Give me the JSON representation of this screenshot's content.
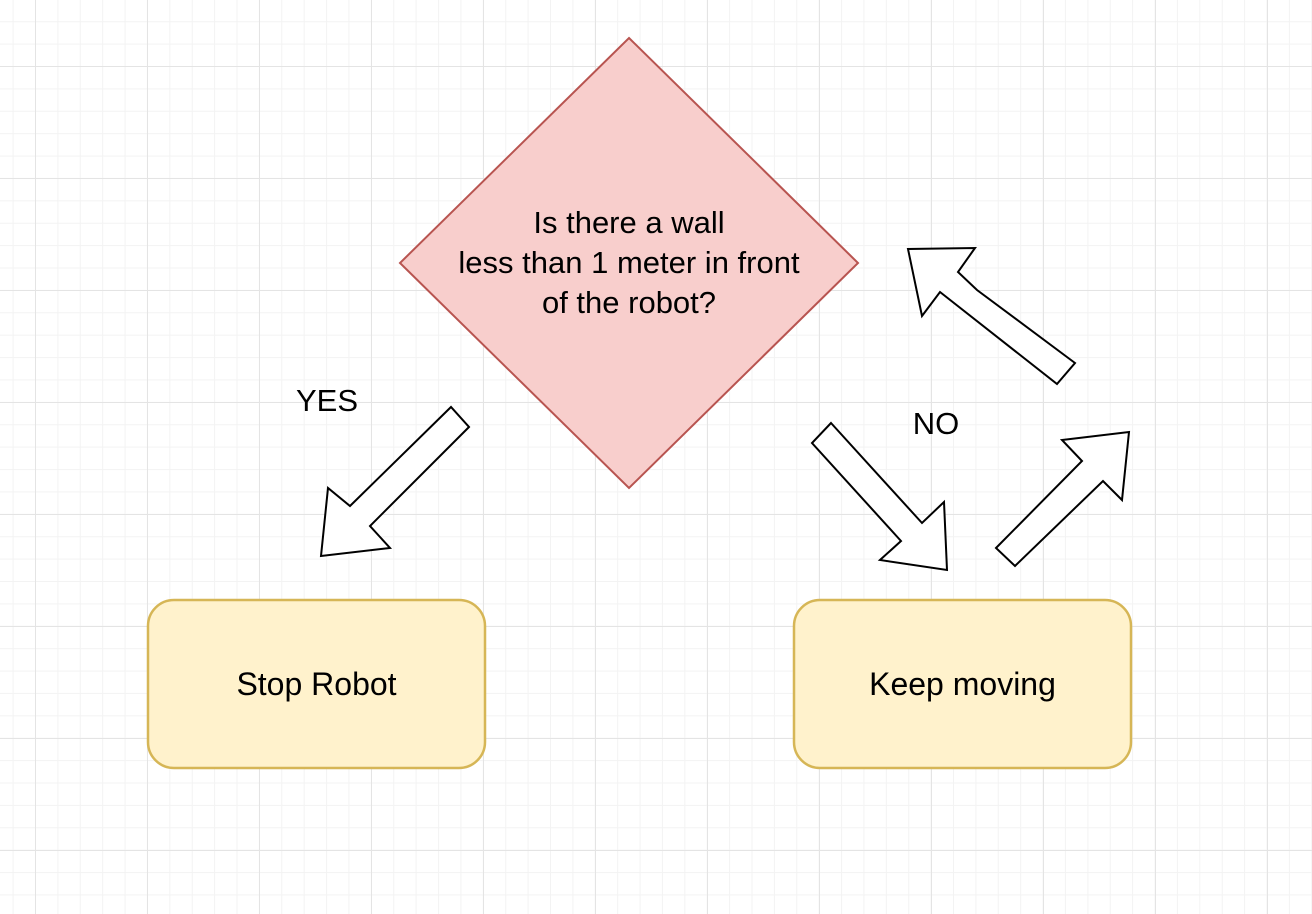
{
  "diagram": {
    "decision": {
      "lines": [
        "Is there a wall",
        "less than 1 meter in front",
        "of the robot?"
      ],
      "fill": "#f8cecc",
      "stroke": "#b85450"
    },
    "stop_box": {
      "label": "Stop Robot"
    },
    "keep_box": {
      "label": "Keep moving"
    },
    "box_style": {
      "fill": "#fff2cc",
      "stroke": "#d6b656"
    },
    "edges": {
      "yes_label": "YES",
      "no_label": "NO"
    }
  }
}
